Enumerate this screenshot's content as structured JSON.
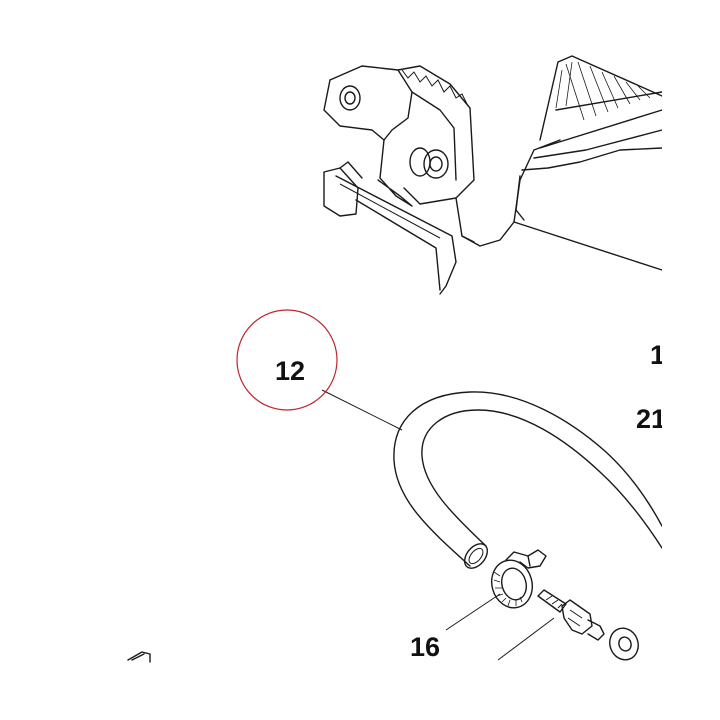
{
  "labels": {
    "part_12": "12",
    "part_16": "16",
    "part_edge_1": "1",
    "part_edge_21": "21"
  },
  "colors": {
    "line": "#1a1a1a",
    "highlight_circle": "#c0242b",
    "background": "#ffffff"
  }
}
